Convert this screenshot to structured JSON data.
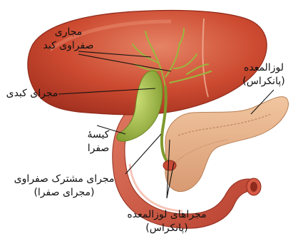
{
  "labels": {
    "hepatic_ducts": {
      "line1": "مجاری",
      "line2": "صفراوی کبد"
    },
    "hepatic_duct": "مجرای کبدی",
    "gallbladder": {
      "line1": "کیسهٔ",
      "line2": "صفرا"
    },
    "common_bile_duct": {
      "line1": "مجرای مشترک صفراوی",
      "line2": "(مجرای صفرا)"
    },
    "pancreas": {
      "line1": "لوزالمعده",
      "line2": "(پانکراس)"
    },
    "pancreatic_ducts": {
      "line1": "مجراهای لوزالمعده",
      "line2": "(پانکراس)"
    }
  },
  "colors": {
    "liver": "#c9442c",
    "liver_highlight": "#e27a5a",
    "gallbladder": "#a6c24a",
    "bile_duct": "#8aa63a",
    "pancreas": "#e8b58e",
    "intestine": "#d65a45",
    "leader_line": "#111111"
  }
}
